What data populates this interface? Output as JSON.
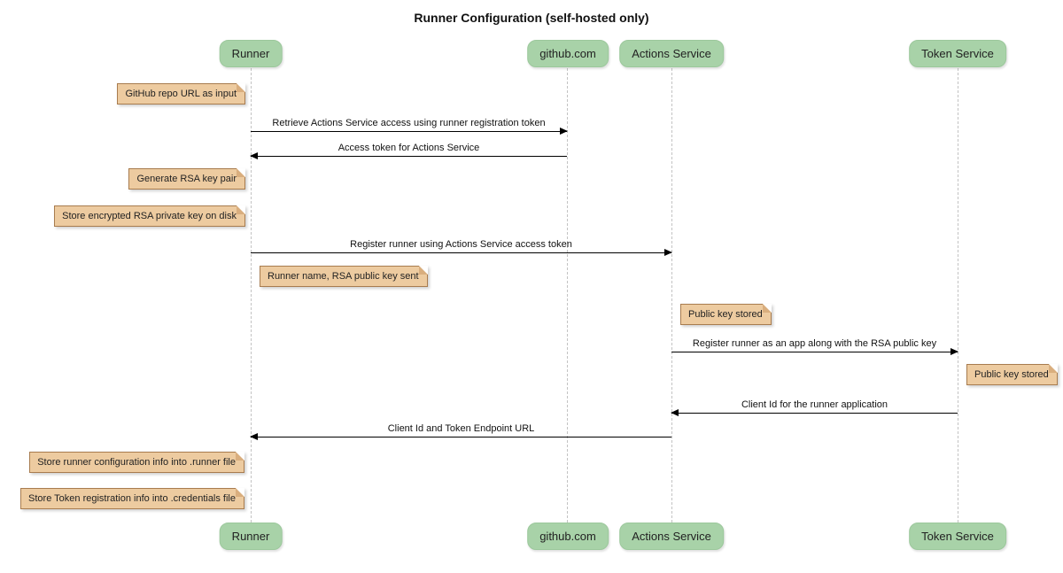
{
  "title": "Runner Configuration (self-hosted only)",
  "participants": [
    {
      "label": "Runner"
    },
    {
      "label": "github.com"
    },
    {
      "label": "Actions Service"
    },
    {
      "label": "Token Service"
    }
  ],
  "messages": [
    {
      "from": "Runner",
      "to": "github.com",
      "label": "Retrieve Actions Service access using runner registration token"
    },
    {
      "from": "github.com",
      "to": "Runner",
      "label": "Access token for Actions Service"
    },
    {
      "from": "Runner",
      "to": "Actions Service",
      "label": "Register runner using Actions Service access token"
    },
    {
      "from": "Actions Service",
      "to": "Token Service",
      "label": "Register runner as an app along with the RSA public key"
    },
    {
      "from": "Token Service",
      "to": "Actions Service",
      "label": "Client Id for the runner application"
    },
    {
      "from": "Actions Service",
      "to": "Runner",
      "label": "Client Id and Token Endpoint URL"
    }
  ],
  "notes": [
    {
      "over": "Runner",
      "label": "GitHub repo URL as input"
    },
    {
      "over": "Runner",
      "label": "Generate RSA key pair"
    },
    {
      "over": "Runner",
      "label": "Store encrypted RSA private key on disk"
    },
    {
      "over": "Runner",
      "label": "Runner name, RSA public key sent"
    },
    {
      "over": "Actions Service",
      "label": "Public key stored"
    },
    {
      "over": "Token Service",
      "label": "Public key stored"
    },
    {
      "over": "Runner",
      "label": "Store runner configuration info into .runner file"
    },
    {
      "over": "Runner",
      "label": "Store Token registration info into .credentials file"
    }
  ],
  "colors": {
    "participant_fill": "#a8d2a8",
    "participant_border": "#9cc89c",
    "note_fill": "#edcba0",
    "note_border": "#a87c4f",
    "lifeline": "#c3c3c3",
    "arrow": "#000000",
    "background": "#ffffff"
  }
}
